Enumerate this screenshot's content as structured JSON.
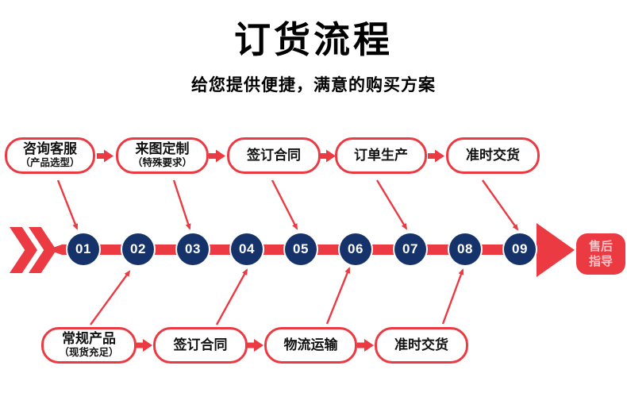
{
  "header": {
    "title": "订货流程",
    "subtitle": "给您提供便捷，满意的购买方案"
  },
  "flow": {
    "top_steps": [
      {
        "label": "咨询客服",
        "sub": "（产品选型）"
      },
      {
        "label": "来图定制",
        "sub": "（特殊要求）"
      },
      {
        "label": "签订合同"
      },
      {
        "label": "订单生产"
      },
      {
        "label": "准时交货"
      }
    ],
    "bottom_steps": [
      {
        "label": "常规产品",
        "sub": "（现货充足）"
      },
      {
        "label": "签订合同"
      },
      {
        "label": "物流运输"
      },
      {
        "label": "准时交货"
      }
    ],
    "timeline_numbers": [
      "01",
      "02",
      "03",
      "04",
      "05",
      "06",
      "07",
      "08",
      "09"
    ],
    "end_label": "售后指导"
  },
  "colors": {
    "accent_red": "#ec3a43",
    "node_navy": "#15326b",
    "end_label_text": "#ffc3c7",
    "background": "#ffffff",
    "text": "#000000"
  }
}
